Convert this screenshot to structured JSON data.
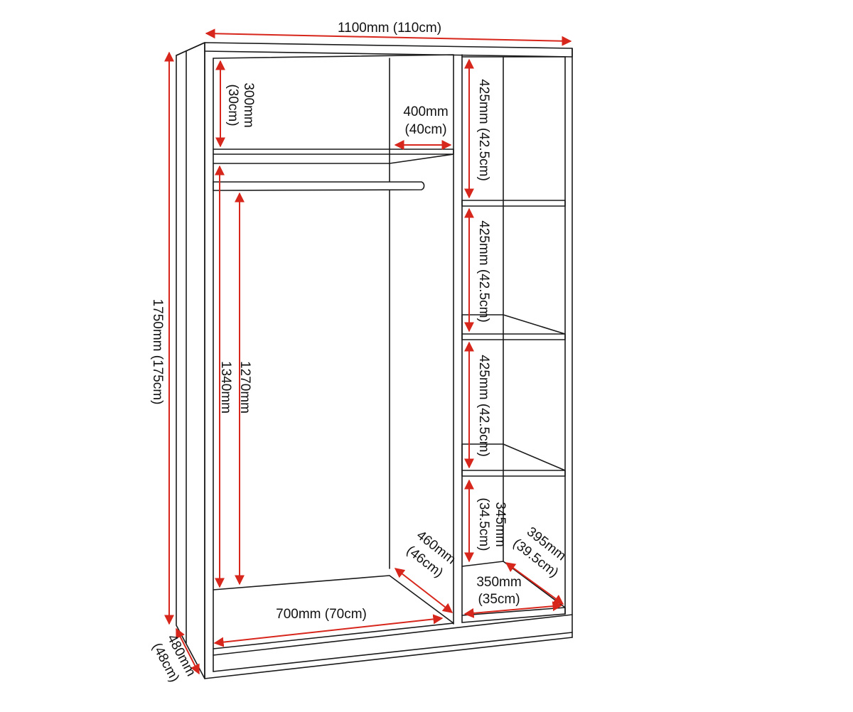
{
  "colors": {
    "accent": "#d7261b",
    "line": "#1a1a1a",
    "background": "#ffffff"
  },
  "labels": {
    "overall_width": "1100mm (110cm)",
    "overall_height": "1750mm (175cm)",
    "overall_depth_mm": "480mm",
    "overall_depth_cm": "(48cm)",
    "top_shelf_height_mm": "300mm",
    "top_shelf_height_cm": "(30cm)",
    "shelf_depth_mm": "400mm",
    "shelf_depth_cm": "(40cm)",
    "hanging_1270": "1270mm",
    "hanging_1340": "1340mm",
    "base_width": "700mm (70cm)",
    "inner_depth_mm": "460mm",
    "inner_depth_cm": "(46cm)",
    "compartment_1": "425mm (42.5cm)",
    "compartment_2": "425mm (42.5cm)",
    "compartment_3": "425mm (42.5cm)",
    "bottom_compartment_mm": "345mm",
    "bottom_compartment_cm": "(34.5cm)",
    "right_depth_mm": "395mm",
    "right_depth_cm": "(39.5cm)",
    "right_width_mm": "350mm",
    "right_width_cm": "(35cm)"
  }
}
